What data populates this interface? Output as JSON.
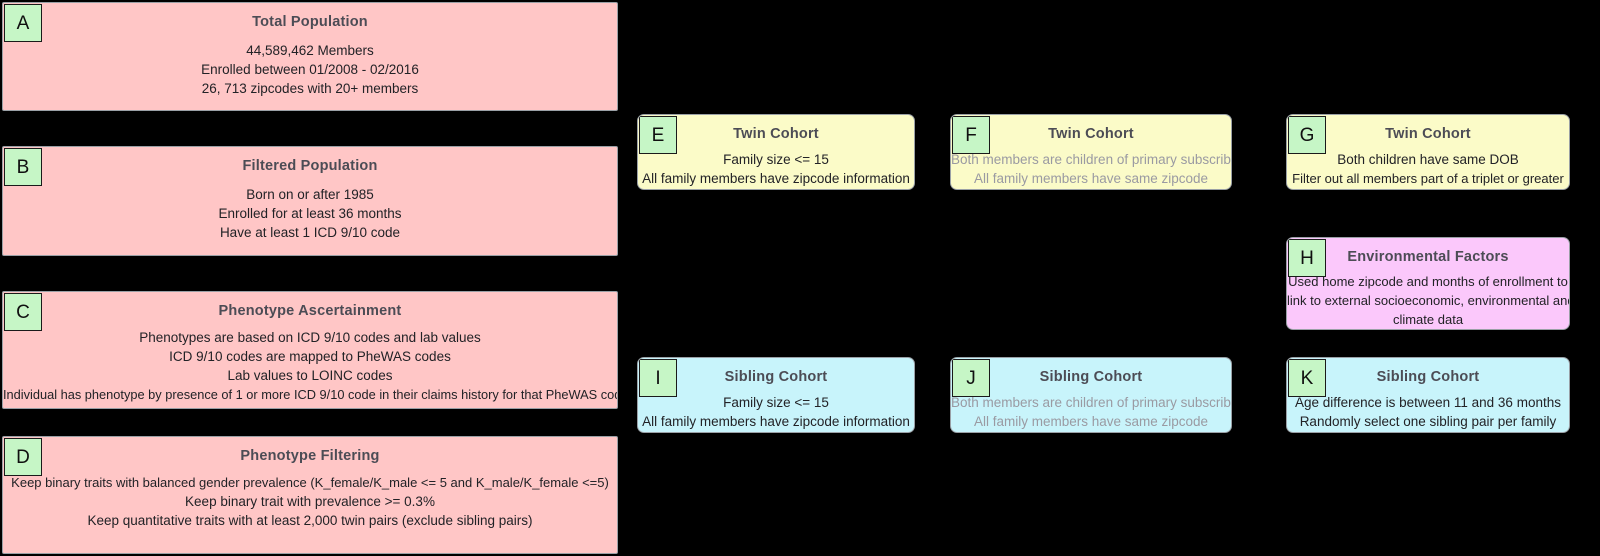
{
  "diagram": {
    "background_color": "#000000",
    "badge_color": "#c6f6c6",
    "nodes": [
      {
        "id": "A",
        "badge": "A",
        "title": "Total Population",
        "color": "#ffc6c6",
        "theme": "pink",
        "muted": false,
        "lines": [
          "44,589,462 Members",
          "Enrolled between 01/2008 - 02/2016",
          "26, 713 zipcodes with 20+ members"
        ]
      },
      {
        "id": "B",
        "badge": "B",
        "title": "Filtered Population",
        "color": "#ffc6c6",
        "theme": "pink",
        "muted": false,
        "lines": [
          "Born on or after 1985",
          "Enrolled for at least 36 months",
          "Have at least 1 ICD 9/10 code"
        ]
      },
      {
        "id": "C",
        "badge": "C",
        "title": "Phenotype Ascertainment",
        "color": "#ffc6c6",
        "theme": "pink",
        "muted": false,
        "lines": [
          "Phenotypes are based on ICD 9/10 codes and lab values",
          "ICD 9/10 codes are mapped to PheWAS codes",
          "Lab values to LOINC codes",
          "Individual has phenotype by presence of 1 or more ICD 9/10 code in their claims history for that PheWAS code"
        ]
      },
      {
        "id": "D",
        "badge": "D",
        "title": "Phenotype Filtering",
        "color": "#ffc6c6",
        "theme": "pink",
        "muted": false,
        "lines": [
          "Keep binary traits with balanced gender prevalence (K_female/K_male <= 5 and K_male/K_female <=5)",
          "Keep binary trait with prevalence >= 0.3%",
          "Keep quantitative traits with at least 2,000 twin pairs (exclude sibling pairs)"
        ]
      },
      {
        "id": "E",
        "badge": "E",
        "title": "Twin Cohort",
        "color": "#fbfbc8",
        "theme": "yellow",
        "muted": false,
        "lines": [
          "Family size <= 15",
          "All family members have zipcode information"
        ]
      },
      {
        "id": "F",
        "badge": "F",
        "title": "Twin Cohort",
        "color": "#fbfbc8",
        "theme": "yellow",
        "muted": true,
        "lines": [
          "Both members are children of primary subscriber",
          "All family members have same zipcode"
        ]
      },
      {
        "id": "G",
        "badge": "G",
        "title": "Twin Cohort",
        "color": "#fbfbc8",
        "theme": "yellow",
        "muted": false,
        "lines": [
          "Both children have same DOB",
          "Filter out all members part of a triplet or greater"
        ]
      },
      {
        "id": "H",
        "badge": "H",
        "title": "Environmental Factors",
        "color": "#fbc8fb",
        "theme": "violet",
        "muted": false,
        "lines": [
          "Used home zipcode and months of enrollment to",
          "link to external socioeconomic, environmental and",
          "climate data"
        ]
      },
      {
        "id": "I",
        "badge": "I",
        "title": "Sibling Cohort",
        "color": "#c8f4fb",
        "theme": "cyan",
        "muted": false,
        "lines": [
          "Family size <= 15",
          "All family members have zipcode information"
        ]
      },
      {
        "id": "J",
        "badge": "J",
        "title": "Sibling Cohort",
        "color": "#c8f4fb",
        "theme": "cyan",
        "muted": true,
        "lines": [
          "Both members are children of primary subscriber",
          "All family members have same zipcode"
        ]
      },
      {
        "id": "K",
        "badge": "K",
        "title": "Sibling Cohort",
        "color": "#c8f4fb",
        "theme": "cyan",
        "muted": false,
        "lines": [
          "Age difference is between 11 and 36 months",
          "Randomly select one sibling pair per family"
        ]
      }
    ]
  }
}
